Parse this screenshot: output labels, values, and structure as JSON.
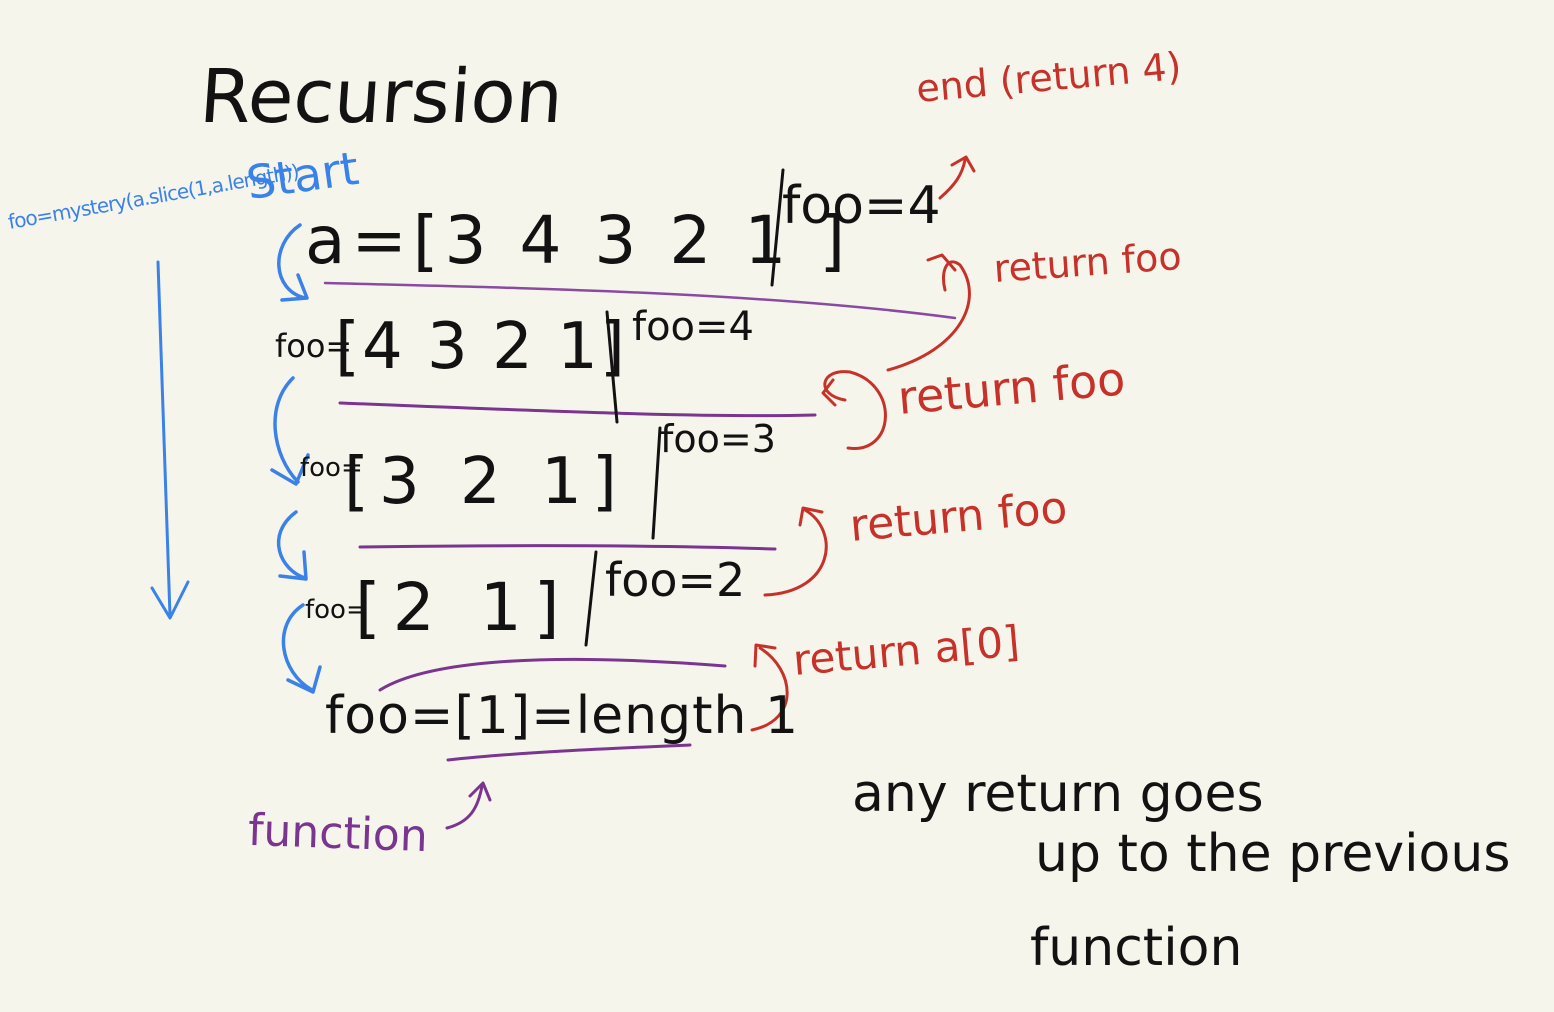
{
  "title": "Recursion",
  "start_label": "Start",
  "recursive_call_label": "foo=mystery(a.slice(1,a.length))",
  "frames": [
    {
      "array": "a=[3 4 3 2 1 ]",
      "foo": "foo=4"
    },
    {
      "label": "foo=",
      "array": "[4 3 2 1]",
      "foo": "foo=4"
    },
    {
      "label": "foo=",
      "array": "[3 2 1]",
      "foo": "foo=3"
    },
    {
      "label": "foo=",
      "array": "[2 1]",
      "foo": "foo=2"
    },
    {
      "array": "foo=[1]=length 1"
    }
  ],
  "returns": {
    "end": "end (return 4)",
    "r1": "return foo",
    "r2": "return foo",
    "r3": "return foo",
    "base": "return a[0]"
  },
  "function_label": "function",
  "note": {
    "line1": "any return goes",
    "line2": "up to the previous",
    "line3": "function"
  },
  "colors": {
    "background": "#f6f5ec",
    "ink": "#121212",
    "call_arrows": "#3a82e8",
    "return_arrows": "#c6322a",
    "separators": "#7a3590"
  },
  "icons": [
    "down-arrow-icon",
    "curved-call-arrow-icon",
    "curved-return-arrow-icon"
  ]
}
